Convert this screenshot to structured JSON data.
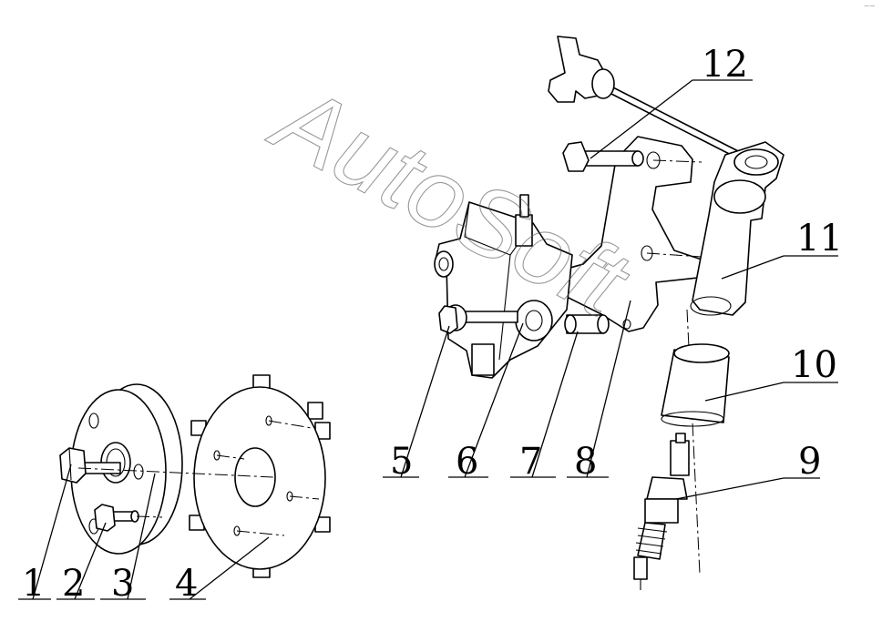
{
  "watermark": "AutoSoft",
  "corner_mark": "‒‒",
  "callouts": [
    "1",
    "2",
    "3",
    "4",
    "5",
    "6",
    "7",
    "8",
    "9",
    "10",
    "11",
    "12"
  ]
}
